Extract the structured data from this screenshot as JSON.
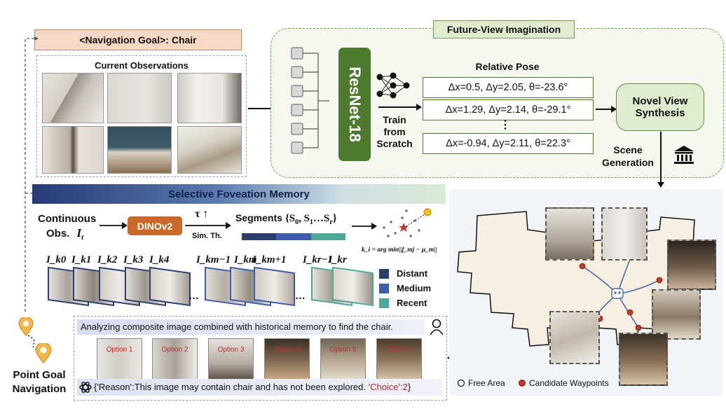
{
  "nav_goal": "<Navigation Goal>: Chair",
  "current_observations": "Current Observations",
  "future_view": {
    "title": "Future-View Imagination",
    "network": "ResNet-18",
    "train_line1": "Train",
    "train_line2": "from",
    "train_line3": "Scratch",
    "relative_pose": "Relative Pose",
    "poses": [
      "Δx=0.5, Δy=2.05, θ=-23.6°",
      "Δx=1.29, Δy=2.14, θ=-29.1°",
      "⋮",
      "Δx=-0.94, Δy=2.11, θ=22.3°"
    ],
    "nvs_line1": "Novel View",
    "nvs_line2": "Synthesis",
    "scene_line1": "Scene",
    "scene_line2": "Generation"
  },
  "memory": {
    "title": "Selective Foveation Memory",
    "continuous": "Continuous",
    "obs": "Obs.",
    "obs_symbol": "I",
    "obs_sub": "t",
    "dino": "DINOv2",
    "tau": "τ ↑",
    "sim": "Sim. Th.",
    "segments": "Segments",
    "segments_set": "{S",
    "segments_mid": ", S",
    "segments_dots": "…S",
    "segments_end": "}",
    "segments_subs": [
      "0",
      "1",
      "r"
    ],
    "formula": "k_i = arg min||f_mj − μ_m||",
    "frame_labels": [
      "I_k0",
      "I_k1",
      "I_k2",
      "I_k3",
      "I_k4",
      "I_km−1",
      "I_km",
      "I_km+1",
      "I_kr−1",
      "I_kr"
    ],
    "ellipsis": "…",
    "legend": [
      {
        "label": "Distant",
        "color": "#2a3f6e"
      },
      {
        "label": "Medium",
        "color": "#3d5cae"
      },
      {
        "label": "Recent",
        "color": "#4ea899"
      }
    ]
  },
  "analysis": {
    "prompt": "Analyzing composite image combined with historical memory to find the chair.",
    "options": [
      "Option 1",
      "Option 2",
      "Option 3",
      "Option 4",
      "Option 5",
      "Option 6"
    ],
    "reason_prefix": "{'Reason':This image may contain chair and has not been explored. ",
    "choice": "'Choice':2",
    "reason_suffix": "}"
  },
  "point_goal_line1": "Point Goal",
  "point_goal_line2": "Navigation",
  "map_legend": {
    "free_area": "Free Area",
    "candidate": "Candidate Waypoints"
  },
  "colors": {
    "nav_goal_bg": "#f6d9c4",
    "resnet": "#4d7a2e",
    "green_panel": "#f4f8ee",
    "dino": "#c8692a",
    "candidate": "#c0392b"
  }
}
